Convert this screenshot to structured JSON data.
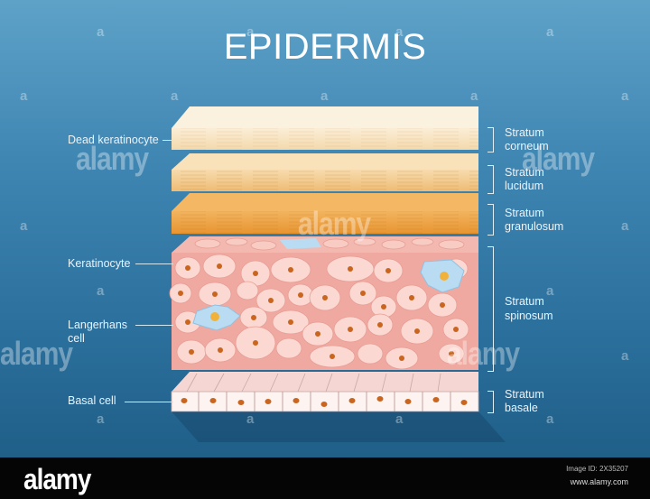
{
  "title": "EPIDERMIS",
  "left_labels": {
    "dead_keratinocyte": "Dead keratinocyte",
    "keratinocyte": "Keratinocyte",
    "langerhans_line1": "Langerhans",
    "langerhans_line2": "cell",
    "basal_cell": "Basal cell"
  },
  "layers": [
    {
      "name": "Stratum corneum",
      "line1": "Stratum",
      "line2": "corneum",
      "color": "#f6dfb9"
    },
    {
      "name": "Stratum lucidum",
      "line1": "Stratum",
      "line2": "lucidum",
      "color": "#f2c88a"
    },
    {
      "name": "Stratum granulosum",
      "line1": "Stratum",
      "line2": "granulosum",
      "color": "#eea44a"
    },
    {
      "name": "Stratum spinosum",
      "line1": "Stratum",
      "line2": "spinosum",
      "color": "#f0a7a0"
    },
    {
      "name": "Stratum basale",
      "line1": "Stratum",
      "line2": "basale",
      "color": "#fbecea"
    }
  ],
  "colors": {
    "background_top": "#5ea2c8",
    "background_bottom": "#1f5f88",
    "cell_fill": "#fbd2cc",
    "nucleus": "#c9651e",
    "langerhans": "#b9dcf2"
  },
  "watermark": {
    "glyph": "a",
    "brand": "alamy"
  },
  "footer": {
    "logo": "alamy",
    "image_id": "Image ID: 2X35207",
    "site": "www.alamy.com"
  }
}
